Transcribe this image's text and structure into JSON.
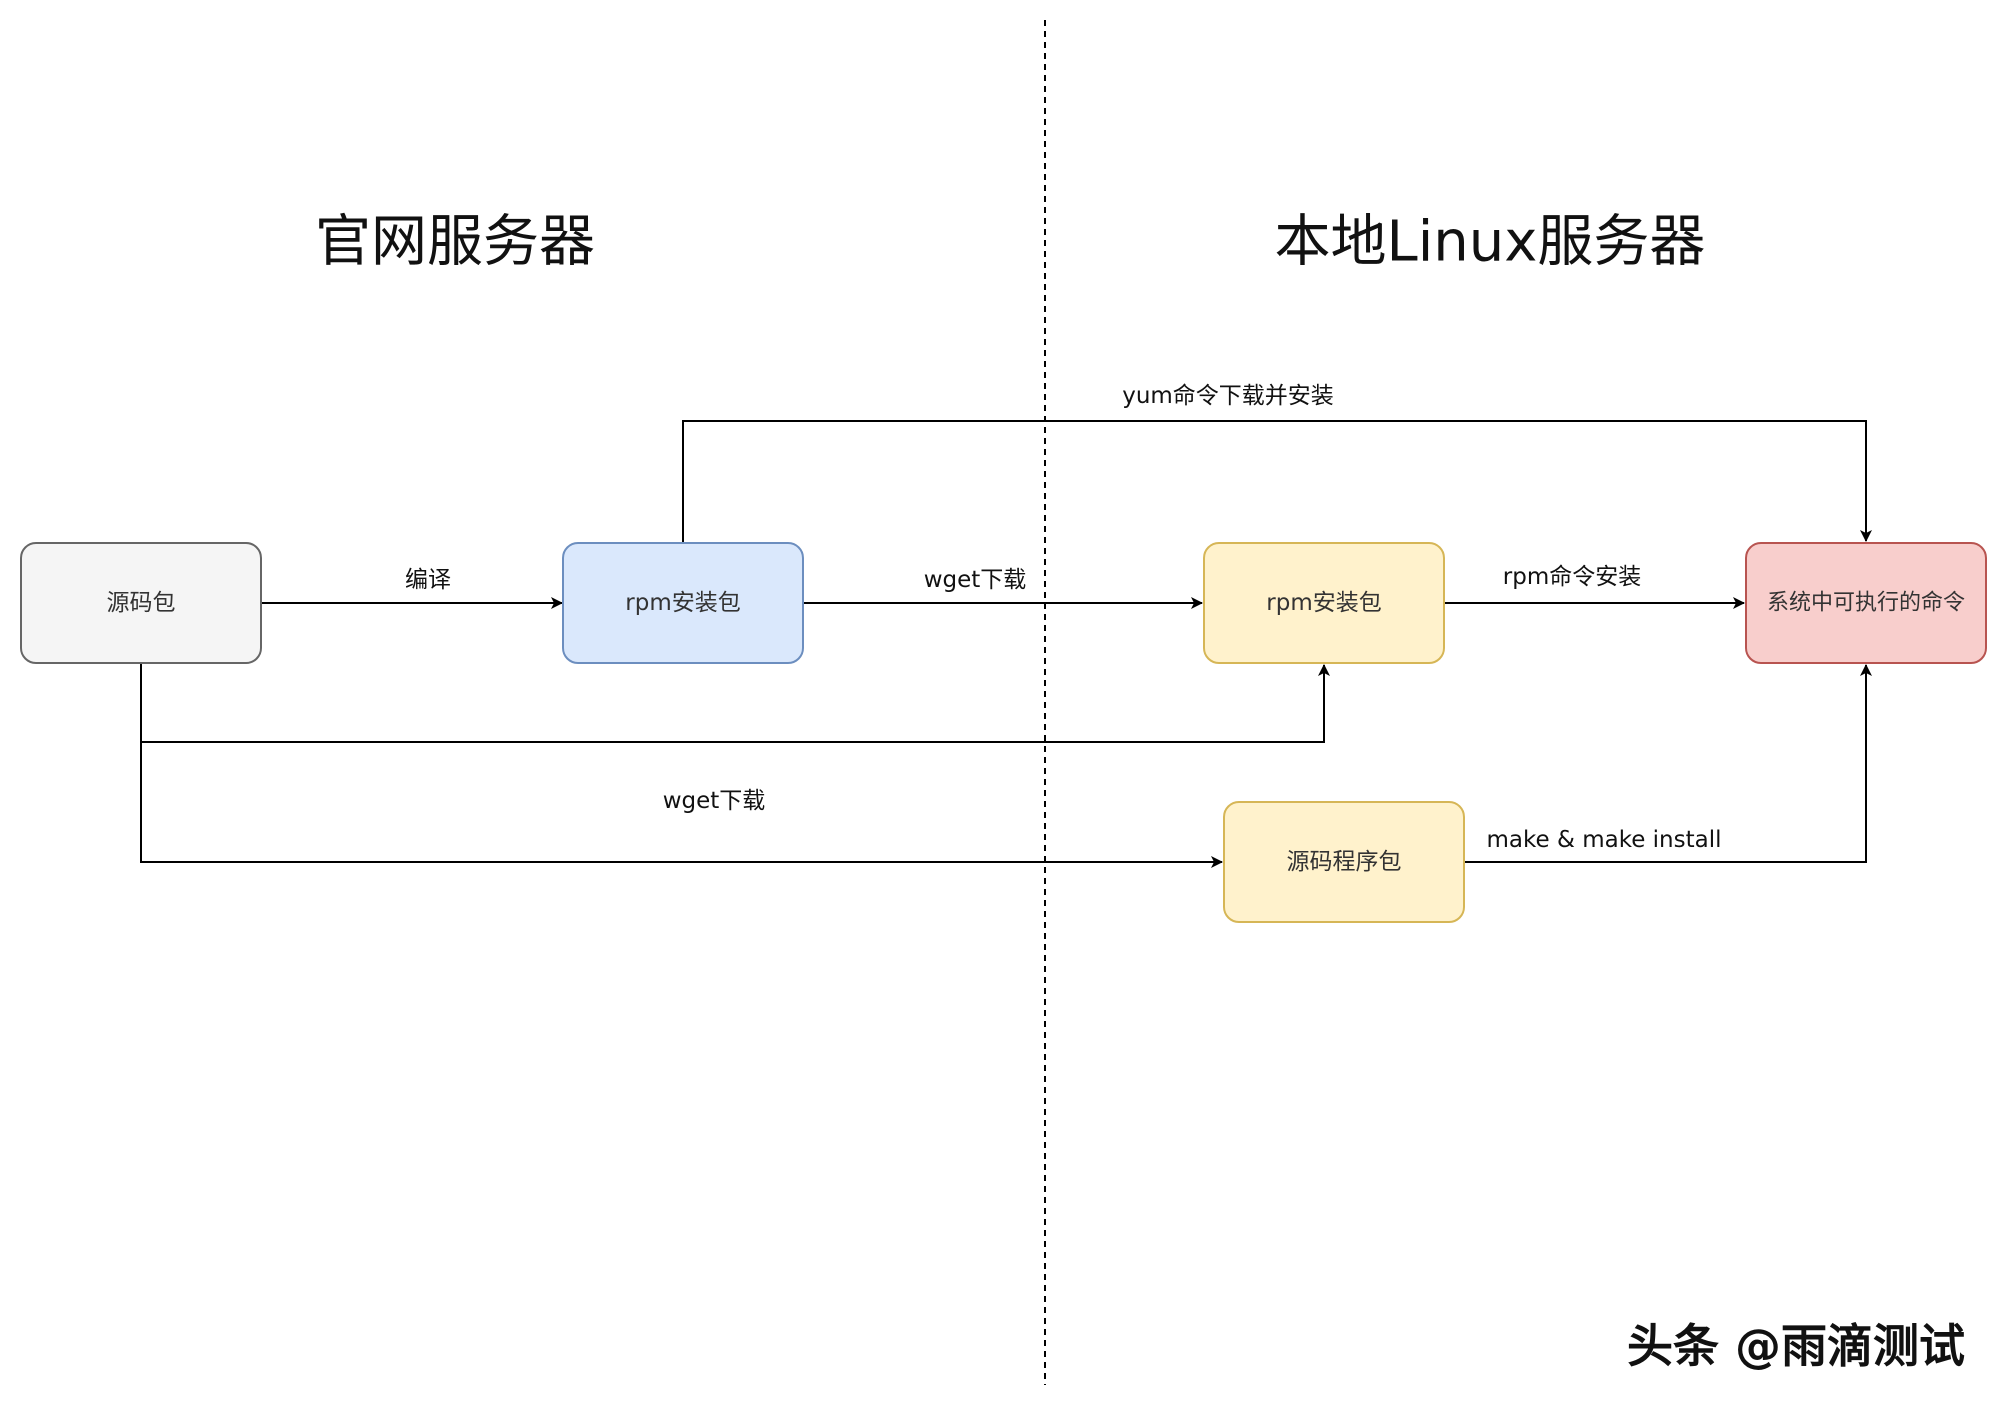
{
  "headings": {
    "left": "官网服务器",
    "right": "本地Linux服务器"
  },
  "nodes": {
    "source_package": {
      "label": "源码包",
      "fill": "#f5f5f5",
      "stroke": "#666666"
    },
    "rpm_official": {
      "label": "rpm安装包",
      "fill": "#dae8fc",
      "stroke": "#6c8ebf"
    },
    "rpm_local": {
      "label": "rpm安装包",
      "fill": "#fff2cc",
      "stroke": "#d6b656"
    },
    "source_program": {
      "label": "源码程序包",
      "fill": "#fff2cc",
      "stroke": "#d6b656"
    },
    "executable_command": {
      "label": "系统中可执行的命令",
      "fill": "#f8cecc",
      "stroke": "#b85450"
    }
  },
  "edges": {
    "compile": "编译",
    "wget_rpm": "wget下载",
    "yum_install": "yum命令下载并安装",
    "rpm_install": "rpm命令安装",
    "wget_source": "wget下载",
    "make_install": "make & make install"
  },
  "watermark": "头条 @雨滴测试"
}
